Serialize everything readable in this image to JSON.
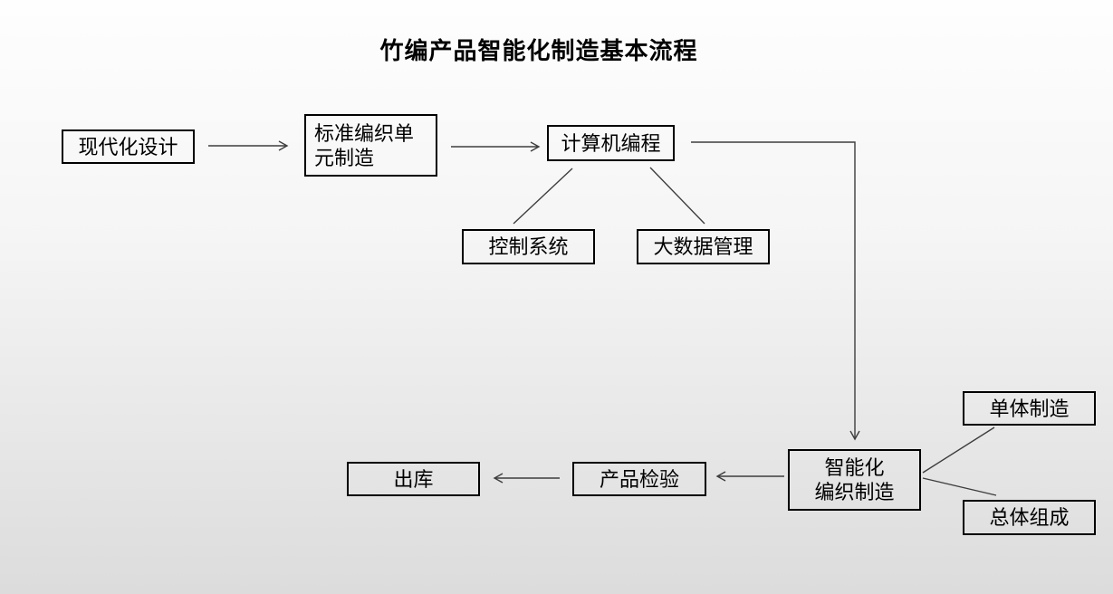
{
  "title": "竹编产品智能化制造基本流程",
  "nodes": {
    "modern_design": {
      "label": "现代化设计",
      "lines": [
        "现代化设计"
      ]
    },
    "standard_unit_manufacturing": {
      "label": "标准编织单元制造",
      "lines": [
        "标准编织单",
        "元制造"
      ]
    },
    "computer_programming": {
      "label": "计算机编程",
      "lines": [
        "计算机编程"
      ]
    },
    "control_system": {
      "label": "控制系统",
      "lines": [
        "控制系统"
      ]
    },
    "big_data_management": {
      "label": "大数据管理",
      "lines": [
        "大数据管理"
      ]
    },
    "intelligent_weaving_manufacturing": {
      "label": "智能化编织制造",
      "lines": [
        "智能化",
        "编织制造"
      ]
    },
    "single_unit_manufacturing": {
      "label": "单体制造",
      "lines": [
        "单体制造"
      ]
    },
    "overall_composition": {
      "label": "总体组成",
      "lines": [
        "总体组成"
      ]
    },
    "product_inspection": {
      "label": "产品检验",
      "lines": [
        "产品检验"
      ]
    },
    "outbound": {
      "label": "出库",
      "lines": [
        "出库"
      ]
    }
  },
  "edges": [
    {
      "from": "modern_design",
      "to": "standard_unit_manufacturing",
      "arrow": true
    },
    {
      "from": "standard_unit_manufacturing",
      "to": "computer_programming",
      "arrow": true
    },
    {
      "from": "computer_programming",
      "to": "control_system",
      "arrow": false
    },
    {
      "from": "computer_programming",
      "to": "big_data_management",
      "arrow": false
    },
    {
      "from": "computer_programming",
      "to": "intelligent_weaving_manufacturing",
      "arrow": true
    },
    {
      "from": "intelligent_weaving_manufacturing",
      "to": "single_unit_manufacturing",
      "arrow": false
    },
    {
      "from": "intelligent_weaving_manufacturing",
      "to": "overall_composition",
      "arrow": false
    },
    {
      "from": "intelligent_weaving_manufacturing",
      "to": "product_inspection",
      "arrow": true
    },
    {
      "from": "product_inspection",
      "to": "outbound",
      "arrow": true
    }
  ],
  "colors": {
    "background_top": "#fefefe",
    "background_bottom": "#dcdcdc",
    "box_border": "#000000",
    "text": "#000000",
    "connector": "#3d3d3d"
  }
}
